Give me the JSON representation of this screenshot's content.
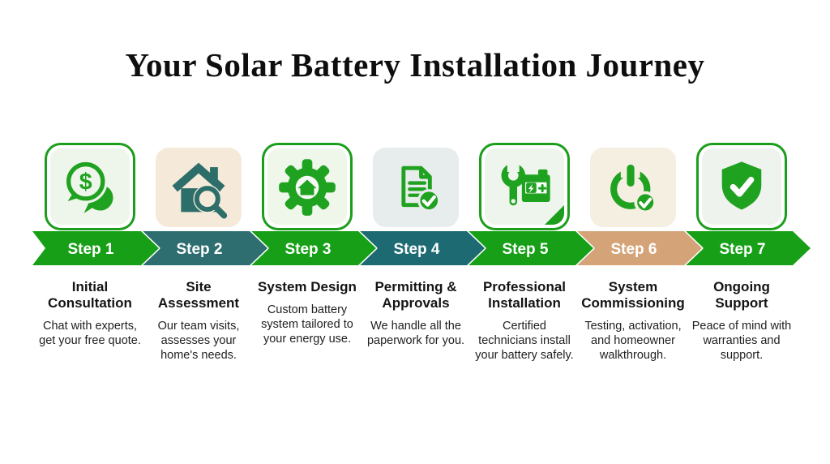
{
  "title": "Your Solar Battery Installation Journey",
  "colors": {
    "arrow_green": "#17a017",
    "arrow_teal_light": "#2e6e70",
    "arrow_teal_dark": "#1d6a72",
    "arrow_tan": "#d4a478",
    "icon_green": "#1fa21f",
    "icon_teal": "#2d6e6a",
    "box_border_green": "#1b9e1b"
  },
  "steps": [
    {
      "label": "Step 1",
      "title": "Initial Consultation",
      "description": "Chat with experts, get your free quote.",
      "icon": "chat-dollar-icon",
      "arrow_color": "#17a017",
      "box_style": "bordered",
      "box_bg": "#eef5eb"
    },
    {
      "label": "Step 2",
      "title": "Site Assessment",
      "description": "Our team visits, assesses your home's needs.",
      "icon": "house-magnifier-icon",
      "arrow_color": "#2e6e70",
      "box_style": "plain",
      "box_bg": "#f5ead9"
    },
    {
      "label": "Step 3",
      "title": "System Design",
      "description": "Custom battery system tailored to your energy use.",
      "icon": "gear-house-icon",
      "arrow_color": "#17a017",
      "box_style": "bordered",
      "box_bg": "#eff6ea"
    },
    {
      "label": "Step 4",
      "title": "Permitting & Approvals",
      "description": "We handle all the paperwork for you.",
      "icon": "document-check-icon",
      "arrow_color": "#1d6a72",
      "box_style": "plain",
      "box_bg": "#e7ecec"
    },
    {
      "label": "Step 5",
      "title": "Professional Installation",
      "description": "Certified technicians install your battery safely.",
      "icon": "wrench-battery-icon",
      "arrow_color": "#17a017",
      "box_style": "bordered",
      "box_bg": "#eef5ec"
    },
    {
      "label": "Step 6",
      "title": "System Commissioning",
      "description": "Testing, activation, and homeowner walkthrough.",
      "icon": "power-check-icon",
      "arrow_color": "#d4a478",
      "box_style": "plain",
      "box_bg": "#f5efe2"
    },
    {
      "label": "Step 7",
      "title": "Ongoing Support",
      "description": "Peace of mind with warranties and support.",
      "icon": "shield-check-icon",
      "arrow_color": "#17a017",
      "box_style": "bordered",
      "box_bg": "#eff3ee"
    }
  ]
}
